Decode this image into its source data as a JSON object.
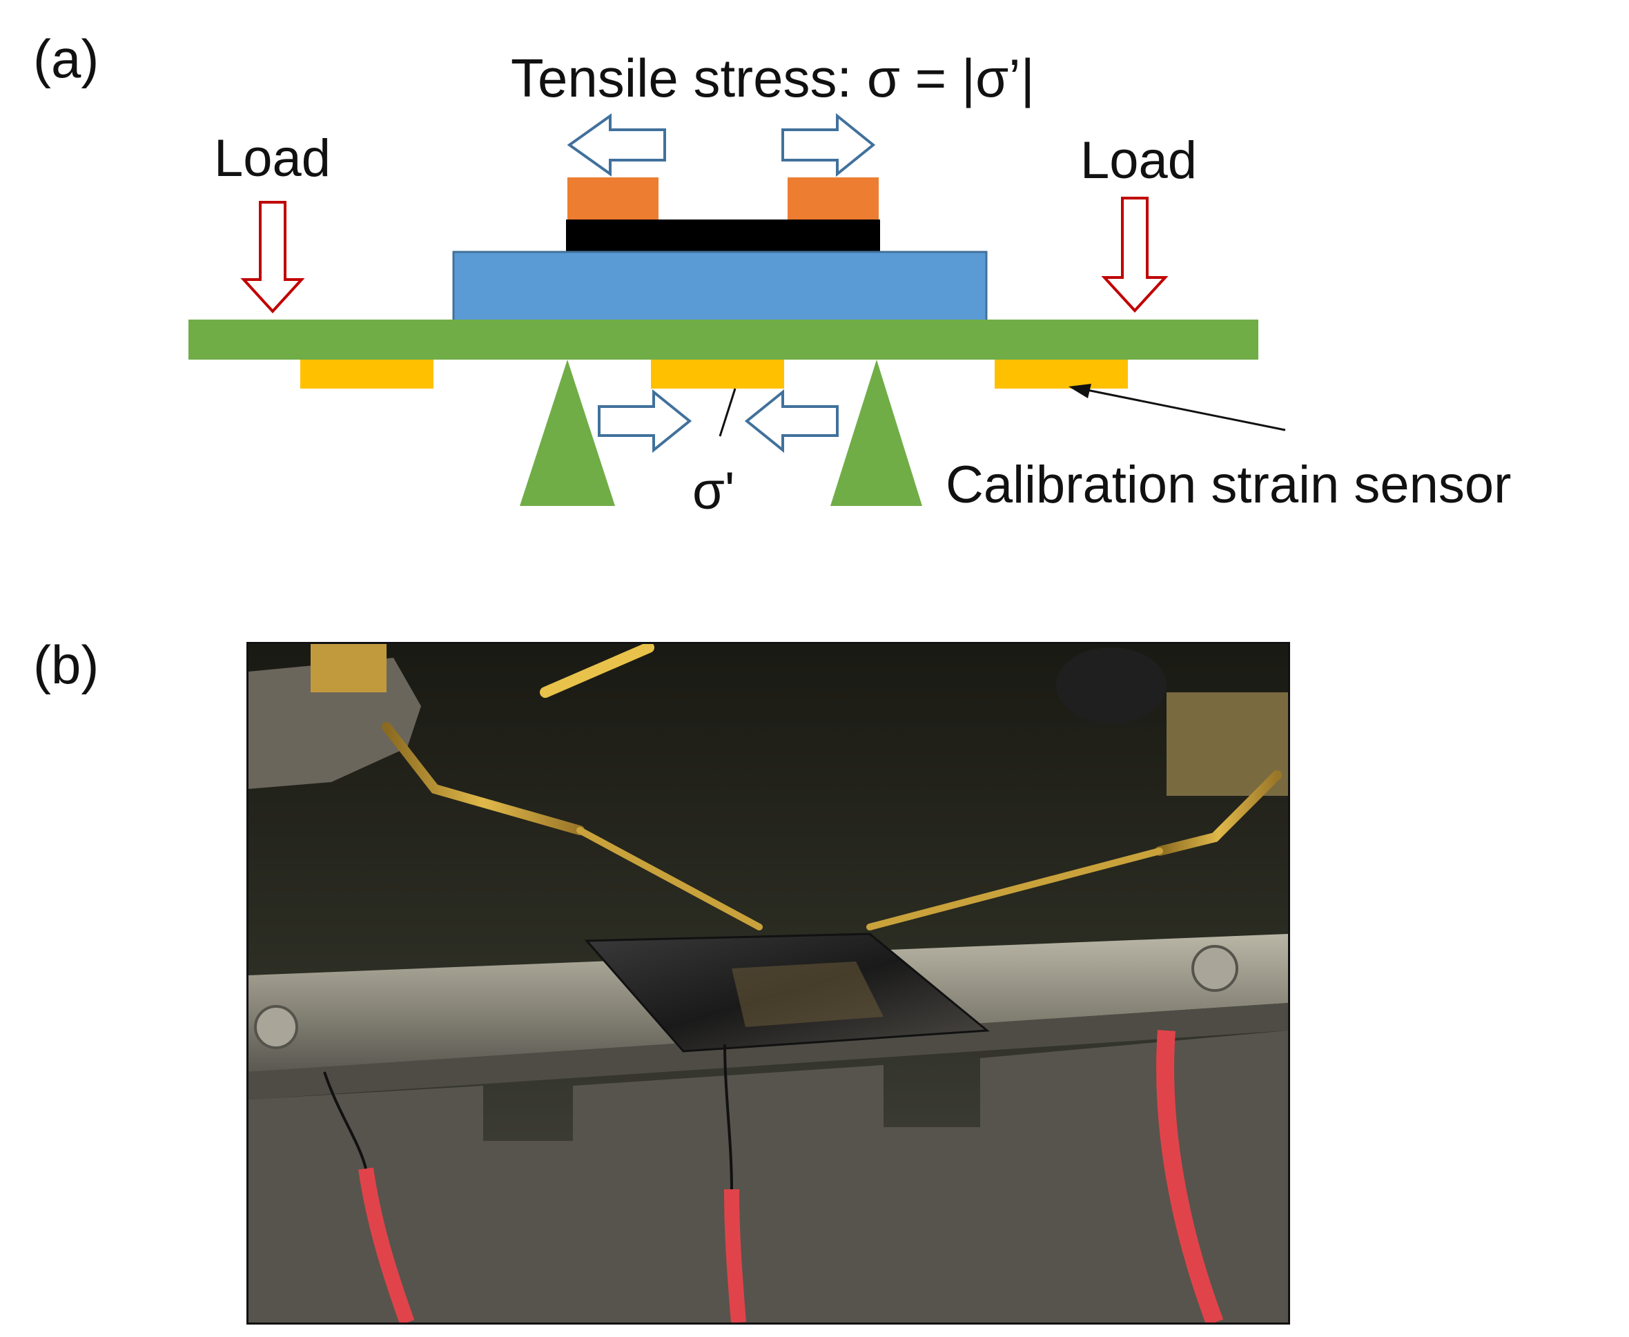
{
  "panel_a": {
    "label": "(a)",
    "title": "Tensile stress: σ = |σ’|",
    "load_left": "Load",
    "load_right": "Load",
    "sigma_prime": "σ'",
    "sensor_label": "Calibration strain sensor"
  },
  "panel_b": {
    "label": "(b)"
  },
  "colors": {
    "beam": "#70ad47",
    "substrate": "#5b9bd5",
    "film": "#000000",
    "electrode": "#ed7d31",
    "sensor": "#ffc000",
    "load_arrow": "#c00000",
    "stress_arrow": "#41719c"
  }
}
